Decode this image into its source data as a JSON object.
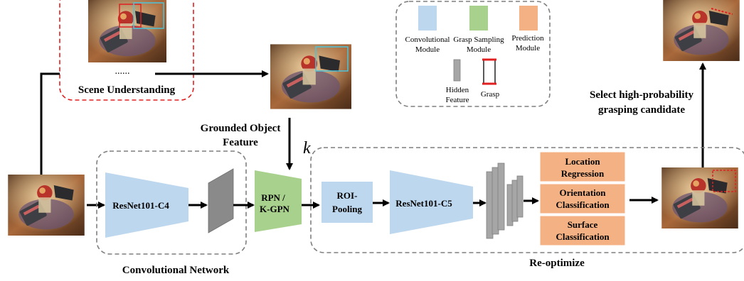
{
  "scene_box": {
    "dots": "......",
    "label": "Scene Understanding"
  },
  "grounded": {
    "line1": "Grounded Object",
    "line2": "Feature",
    "k": "k"
  },
  "legend": {
    "conv1": "Convolutional",
    "conv2": "Module",
    "grasp1": "Grasp Sampling",
    "grasp2": "Module",
    "pred1": "Prediction",
    "pred2": "Module",
    "hidden1": "Hidden",
    "hidden2": "Feature",
    "grasp": "Grasp"
  },
  "select": {
    "line1": "Select high-probability",
    "line2": "grasping candidate"
  },
  "conv_net": {
    "resnet_c4": "ResNet101-C4",
    "label": "Convolutional Network"
  },
  "rpn": {
    "line1": "RPN /",
    "line2": "K-GPN"
  },
  "reopt": {
    "roi1": "ROI-",
    "roi2": "Pooling",
    "resnet_c5": "ResNet101-C5",
    "label": "Re-optimize"
  },
  "heads": {
    "loc1": "Location",
    "loc2": "Regression",
    "ori1": "Orientation",
    "ori2": "Classification",
    "surf1": "Surface",
    "surf2": "Classification"
  },
  "colors": {
    "conv": "#bdd7ee",
    "grasp_sampling": "#a9d18e",
    "prediction": "#f4b183",
    "hidden": "#a6a6a6",
    "dashed_red": "#e02020",
    "dashed_gray": "#7f7f7f"
  }
}
